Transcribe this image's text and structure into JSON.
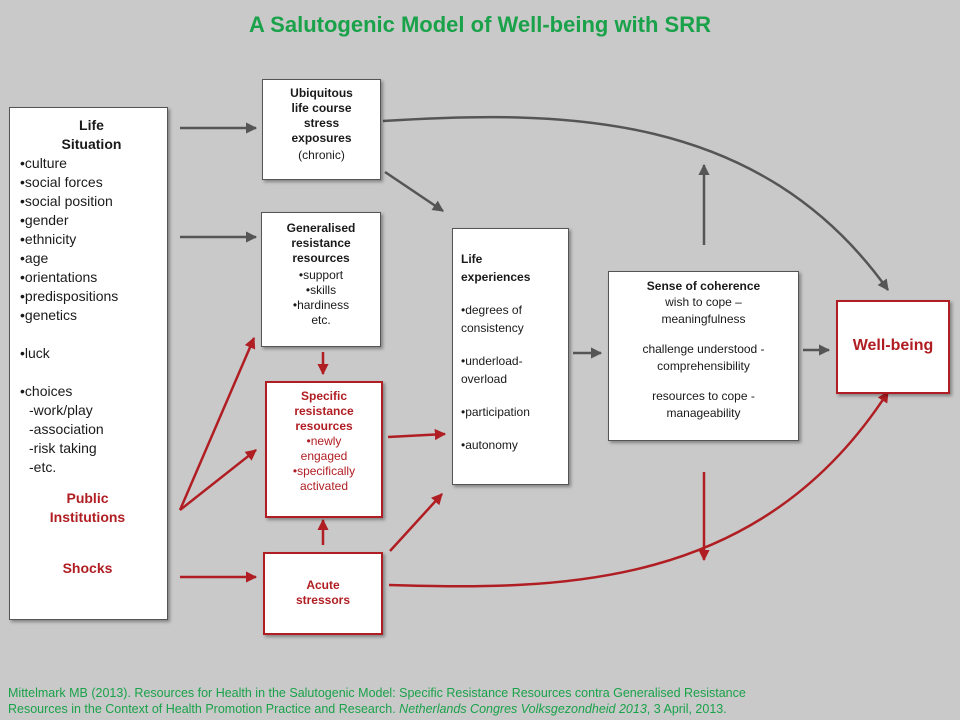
{
  "title": "A Salutogenic Model of Well-being with SRR",
  "life_situation": {
    "title_line1": "Life",
    "title_line2": "Situation",
    "items": [
      "•culture",
      "•social forces",
      "•social position",
      "•gender",
      "•ethnicity",
      "•age",
      "•orientations",
      "•predispositions",
      "•genetics"
    ],
    "luck": "•luck",
    "choices": "•choices",
    "choice_items": [
      "-work/play",
      "-association",
      "-risk taking",
      "-etc."
    ],
    "public_line1": "Public",
    "public_line2": "Institutions",
    "shocks": "Shocks"
  },
  "stress_box": {
    "lines": [
      "Ubiquitous",
      "life course",
      "stress",
      "exposures"
    ],
    "note": "(chronic)"
  },
  "grr_box": {
    "lines": [
      "Generalised",
      "resistance",
      "resources"
    ],
    "items": [
      "•support",
      "•skills",
      "•hardiness",
      "etc."
    ]
  },
  "srr_box": {
    "lines": [
      "Specific",
      "resistance",
      "resources"
    ],
    "items": [
      "•newly",
      "engaged",
      "•specifically",
      "activated"
    ]
  },
  "acute_box": {
    "lines": [
      "Acute",
      "stressors"
    ]
  },
  "life_exp_box": {
    "lines": [
      "Life",
      "experiences"
    ],
    "items": [
      [
        "•degrees of",
        "consistency"
      ],
      [
        "•underload-",
        "overload"
      ],
      [
        "•participation"
      ],
      [
        "•autonomy"
      ]
    ]
  },
  "soc_box": {
    "title": "Sense of coherence",
    "groups": [
      [
        "wish to cope –",
        "meaningfulness"
      ],
      [
        "challenge understood -",
        "comprehensibility"
      ],
      [
        "resources to cope -",
        "manageability"
      ]
    ]
  },
  "wellbeing_box": {
    "label": "Well-being"
  },
  "footer": {
    "line1": "Mittelmark MB (2013). Resources for Health in the Salutogenic Model: Specific Resistance Resources contra Generalised Resistance",
    "line2_plain": "Resources in the Context of Health Promotion Practice and Research. ",
    "line2_italic": "Netherlands Congres Volksgezondheid 2013",
    "line2_end": ", 3 April, 2013."
  },
  "colors": {
    "title_green": "#1aa24a",
    "red": "#b01e23",
    "gray_arrow": "#555555",
    "background": "#c9c9c9"
  }
}
